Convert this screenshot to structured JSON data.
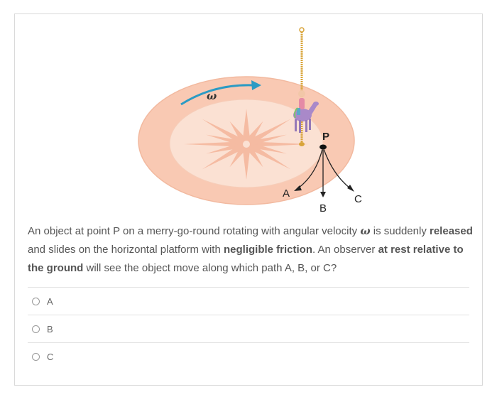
{
  "figure": {
    "omega_label": "ω",
    "point_label": "P",
    "path_labels": {
      "a": "A",
      "b": "B",
      "c": "C"
    }
  },
  "question": {
    "part1": "An object at point P on a merry-go-round rotating with angular velocity ",
    "omega": "ω",
    "part2": " is suddenly ",
    "bold1": "released",
    "part3": " and slides on the horizontal platform with ",
    "bold2": "negligible friction",
    "part4": ".  An observer ",
    "bold3": "at rest relative to the ground",
    "part5": " will see the object move along which path A, B, or C?"
  },
  "options": [
    {
      "label": "A"
    },
    {
      "label": "B"
    },
    {
      "label": "C"
    }
  ],
  "colors": {
    "platform_outer": "#f9c9b3",
    "platform_inner": "#fbe1d3",
    "arrow": "#2b9bc4",
    "pole": "#d8a43a"
  }
}
